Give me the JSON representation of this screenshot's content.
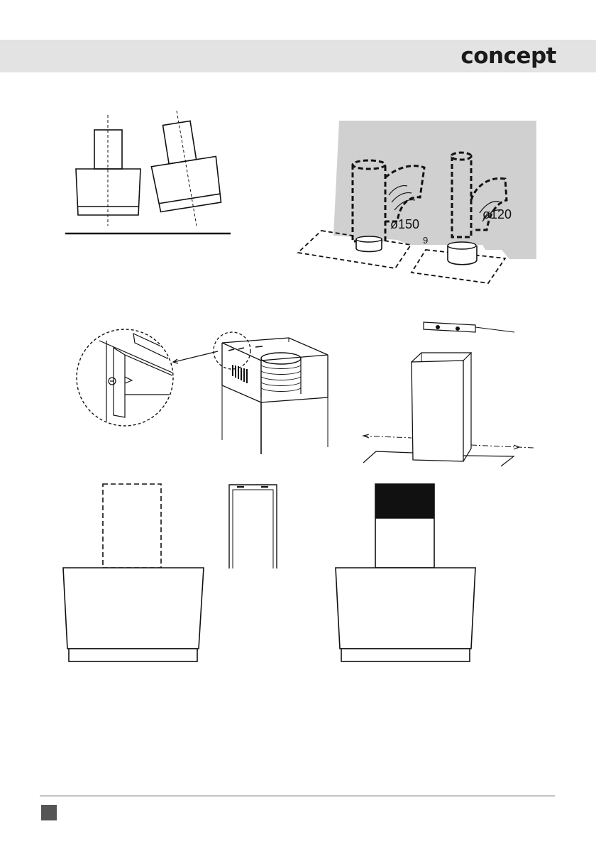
{
  "header": {
    "brand": "concept"
  },
  "figure_ducts": {
    "label_large": "ø150",
    "label_small": "ø120",
    "label_nine": "9"
  },
  "colors": {
    "header_band": "#e3e3e3",
    "wall_fill": "#d0d0d0",
    "footer_square": "#555555"
  }
}
